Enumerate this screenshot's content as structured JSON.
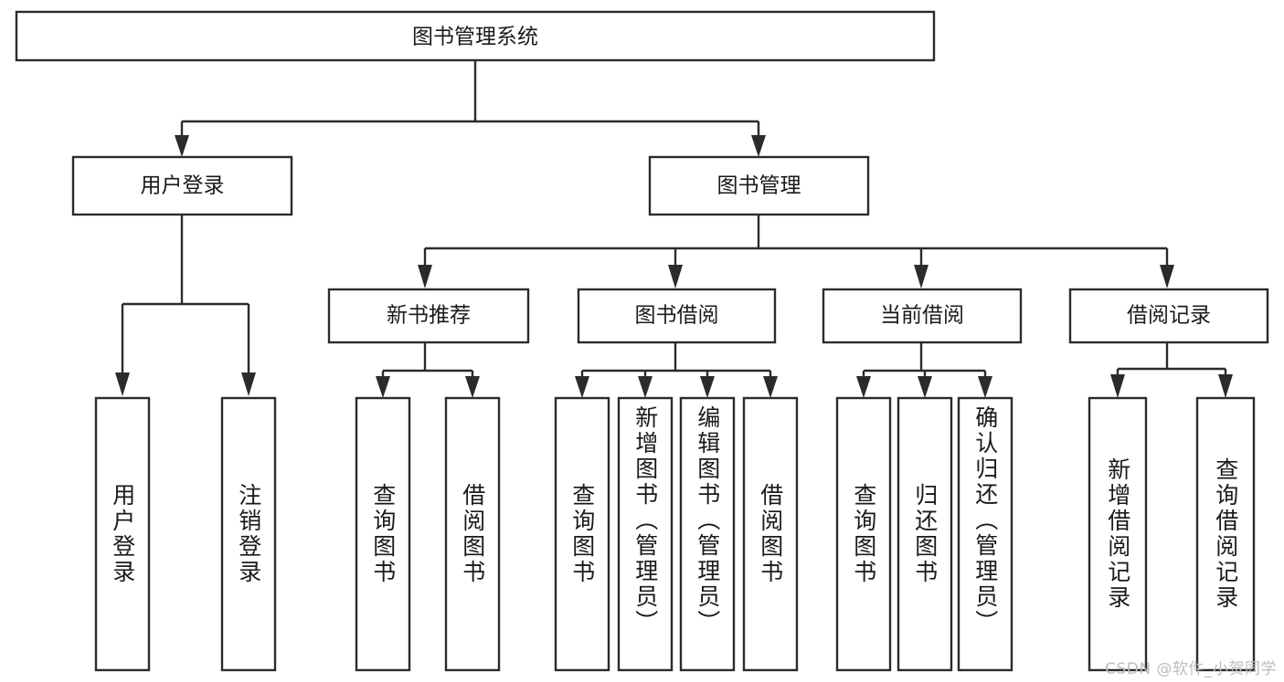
{
  "diagram": {
    "title": "图书管理系统",
    "watermark": "CSDN @软件_小贺同学",
    "type": "tree-hierarchy",
    "levels": [
      {
        "level": 1,
        "nodes": [
          {
            "id": "root",
            "label": "图书管理系统",
            "orientation": "horizontal"
          }
        ]
      },
      {
        "level": 2,
        "nodes": [
          {
            "id": "login",
            "label": "用户登录",
            "orientation": "horizontal",
            "parent": "root"
          },
          {
            "id": "bookmgmt",
            "label": "图书管理",
            "orientation": "horizontal",
            "parent": "root"
          }
        ]
      },
      {
        "level": 3,
        "nodes": [
          {
            "id": "newbook",
            "label": "新书推荐",
            "orientation": "horizontal",
            "parent": "bookmgmt"
          },
          {
            "id": "borrow",
            "label": "图书借阅",
            "orientation": "horizontal",
            "parent": "bookmgmt"
          },
          {
            "id": "current",
            "label": "当前借阅",
            "orientation": "horizontal",
            "parent": "bookmgmt"
          },
          {
            "id": "record",
            "label": "借阅记录",
            "orientation": "horizontal",
            "parent": "bookmgmt"
          }
        ]
      },
      {
        "level": 4,
        "nodes": [
          {
            "id": "leaf-user-login",
            "label": "用户登录",
            "orientation": "vertical",
            "parent": "login"
          },
          {
            "id": "leaf-user-logout",
            "label": "注销登录",
            "orientation": "vertical",
            "parent": "login"
          },
          {
            "id": "leaf-query-book-1",
            "label": "查询图书",
            "orientation": "vertical",
            "parent": "newbook"
          },
          {
            "id": "leaf-borrow-book-1",
            "label": "借阅图书",
            "orientation": "vertical",
            "parent": "newbook"
          },
          {
            "id": "leaf-query-book-2",
            "label": "查询图书",
            "orientation": "vertical",
            "parent": "borrow"
          },
          {
            "id": "leaf-add-book",
            "label": "新增图书（管理员）",
            "orientation": "vertical",
            "parent": "borrow"
          },
          {
            "id": "leaf-edit-book",
            "label": "编辑图书（管理员）",
            "orientation": "vertical",
            "parent": "borrow"
          },
          {
            "id": "leaf-borrow-book-2",
            "label": "借阅图书",
            "orientation": "vertical",
            "parent": "borrow"
          },
          {
            "id": "leaf-query-book-3",
            "label": "查询图书",
            "orientation": "vertical",
            "parent": "current"
          },
          {
            "id": "leaf-return-book",
            "label": "归还图书",
            "orientation": "vertical",
            "parent": "current"
          },
          {
            "id": "leaf-confirm-return",
            "label": "确认归还（管理员）",
            "orientation": "vertical",
            "parent": "current"
          },
          {
            "id": "leaf-add-record",
            "label": "新增借阅记录",
            "orientation": "vertical",
            "parent": "record"
          },
          {
            "id": "leaf-query-record",
            "label": "查询借阅记录",
            "orientation": "vertical",
            "parent": "record"
          }
        ]
      }
    ],
    "colors": {
      "box_stroke": "#2b2b2b",
      "box_fill": "#ffffff",
      "text": "#1a1a1a",
      "connector": "#2b2b2b",
      "watermark": "#bdbdbd",
      "background": "#ffffff"
    }
  }
}
